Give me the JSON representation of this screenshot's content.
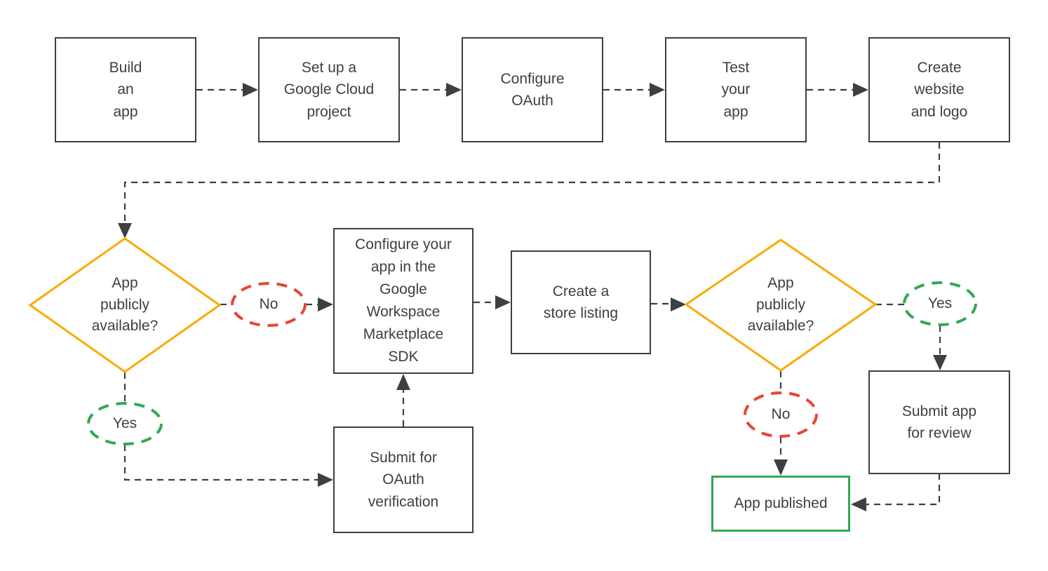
{
  "colors": {
    "line": "#3c4043",
    "text": "#3c4043",
    "yellow": "#f9ab00",
    "green": "#34a853",
    "red": "#ea4335"
  },
  "nodes": {
    "build_app": {
      "label": "Build\nan\napp"
    },
    "cloud_project": {
      "label": "Set up a\nGoogle Cloud\nproject"
    },
    "configure_oauth": {
      "label": "Configure\nOAuth"
    },
    "test_app": {
      "label": "Test\nyour\napp"
    },
    "create_website": {
      "label": "Create\nwebsite\nand logo"
    },
    "configure_sdk": {
      "label": "Configure your\napp in the\nGoogle\nWorkspace\nMarketplace\nSDK"
    },
    "store_listing": {
      "label": "Create a\nstore listing"
    },
    "submit_oauth": {
      "label": "Submit for\nOAuth\nverification"
    },
    "submit_review": {
      "label": "Submit app\nfor review"
    },
    "app_published": {
      "label": "App published"
    }
  },
  "decisions": {
    "left": {
      "label": "App\npublicly\navailable?"
    },
    "right": {
      "label": "App\npublicly\navailable?"
    }
  },
  "branch_labels": {
    "left_no": "No",
    "left_yes": "Yes",
    "right_yes": "Yes",
    "right_no": "No"
  }
}
